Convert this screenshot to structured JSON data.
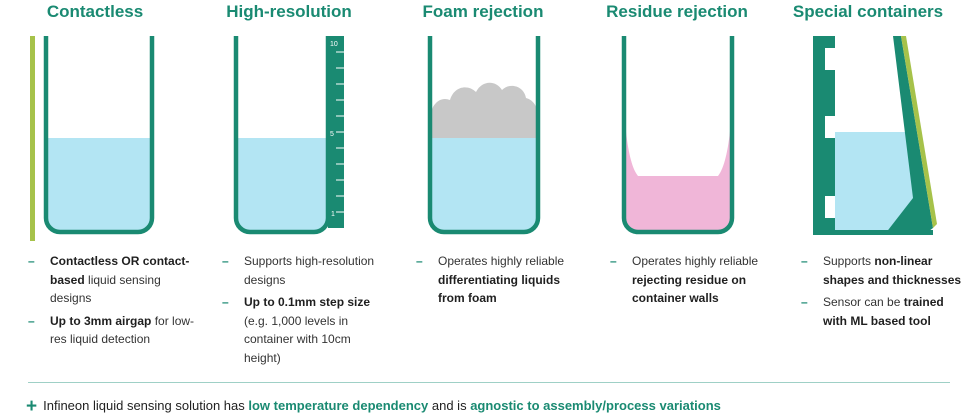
{
  "columns": [
    {
      "title": "Contactless",
      "bullets": [
        [
          {
            "t": "Contactless OR contact-based",
            "b": true
          },
          {
            "t": " liquid sensing designs",
            "b": false
          }
        ],
        [
          {
            "t": "Up to 3mm airgap",
            "b": true
          },
          {
            "t": " for low-res liquid detection",
            "b": false
          }
        ]
      ]
    },
    {
      "title": "High-resolution",
      "ruler_labels": [
        "10",
        "5",
        "1"
      ],
      "bullets": [
        [
          {
            "t": "Supports high-resolution designs",
            "b": false
          }
        ],
        [
          {
            "t": "Up to 0.1mm step size",
            "b": true
          },
          {
            "t": " (e.g. 1,000 levels in container with 10cm height)",
            "b": false
          }
        ]
      ]
    },
    {
      "title": "Foam rejection",
      "bullets": [
        [
          {
            "t": "Operates highly reliable ",
            "b": false
          },
          {
            "t": "differentiating liquids from foam",
            "b": true
          }
        ]
      ]
    },
    {
      "title": "Residue rejection",
      "bullets": [
        [
          {
            "t": "Operates highly reliable ",
            "b": false
          },
          {
            "t": "rejecting residue on container walls",
            "b": true
          }
        ]
      ]
    },
    {
      "title": "Special containers",
      "bullets": [
        [
          {
            "t": "Supports ",
            "b": false
          },
          {
            "t": "non-linear shapes and thicknesses",
            "b": true
          }
        ],
        [
          {
            "t": "Sensor can be ",
            "b": false
          },
          {
            "t": "trained with ML based tool",
            "b": true
          }
        ]
      ]
    }
  ],
  "footer": {
    "plus": "+",
    "segments": [
      {
        "t": "Infineon liquid sensing solution has ",
        "hl": false
      },
      {
        "t": "low temperature dependency",
        "hl": true
      },
      {
        "t": " and is ",
        "hl": false
      },
      {
        "t": "agnostic to assembly/process variations",
        "hl": true
      }
    ]
  },
  "colors": {
    "teal": "#1a8a72",
    "sensor_green": "#a6c24a",
    "liquid": "#b3e5f3",
    "foam": "#c8c8c8",
    "residue": "#f0b6d8"
  }
}
